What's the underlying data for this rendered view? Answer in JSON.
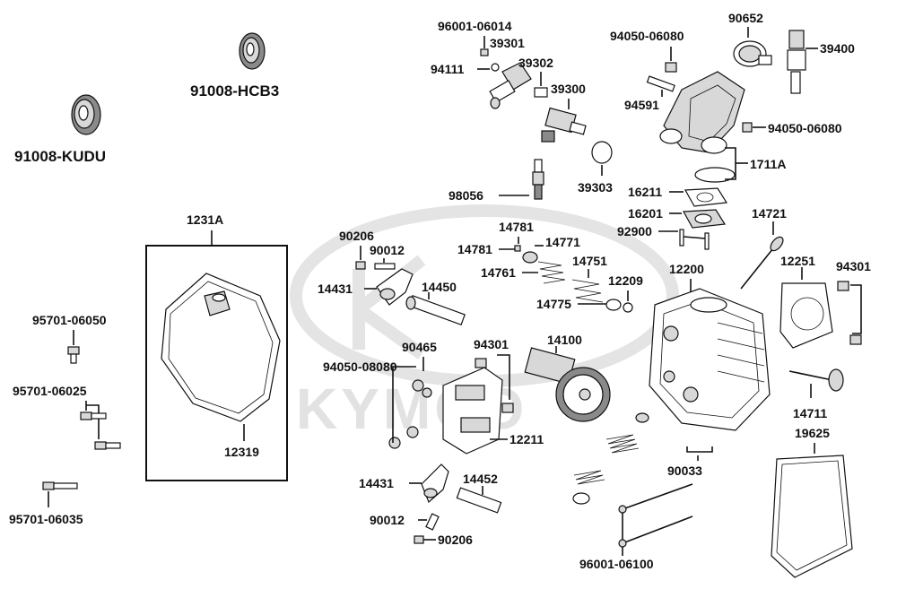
{
  "watermark": {
    "text": "KYMCO"
  },
  "labels": {
    "p91008_kudu": "91008-KUDU",
    "p91008_hcb3": "91008-HCB3",
    "p1231a": "1231A",
    "p12319": "12319",
    "p95701_06050": "95701-06050",
    "p95701_06025": "95701-06025",
    "p95701_06035": "95701-06035",
    "p96001_06014": "96001-06014",
    "p39301": "39301",
    "p94111": "94111",
    "p39302": "39302",
    "p39300": "39300",
    "p39303": "39303",
    "p98056": "98056",
    "p90652": "90652",
    "p94050_06080a": "94050-06080",
    "p39400": "39400",
    "p94591": "94591",
    "p94050_06080b": "94050-06080",
    "p1711a": "1711A",
    "p16211": "16211",
    "p16201": "16201",
    "p92900": "92900",
    "p14721": "14721",
    "p90206a": "90206",
    "p90012a": "90012",
    "p14781a": "14781",
    "p14781b": "14781",
    "p14771": "14771",
    "p14761": "14761",
    "p14751": "14751",
    "p12209": "12209",
    "p14775": "14775",
    "p12200": "12200",
    "p12251": "12251",
    "p94301a": "94301",
    "p14431a": "14431",
    "p14450": "14450",
    "p90465": "90465",
    "p94050_08080": "94050-08080",
    "p94301b": "94301",
    "p14100": "14100",
    "p12211": "12211",
    "p14711": "14711",
    "p19625": "19625",
    "p90033": "90033",
    "p14431b": "14431",
    "p14452": "14452",
    "p90012b": "90012",
    "p90206b": "90206",
    "p96001_06100": "96001-06100"
  }
}
